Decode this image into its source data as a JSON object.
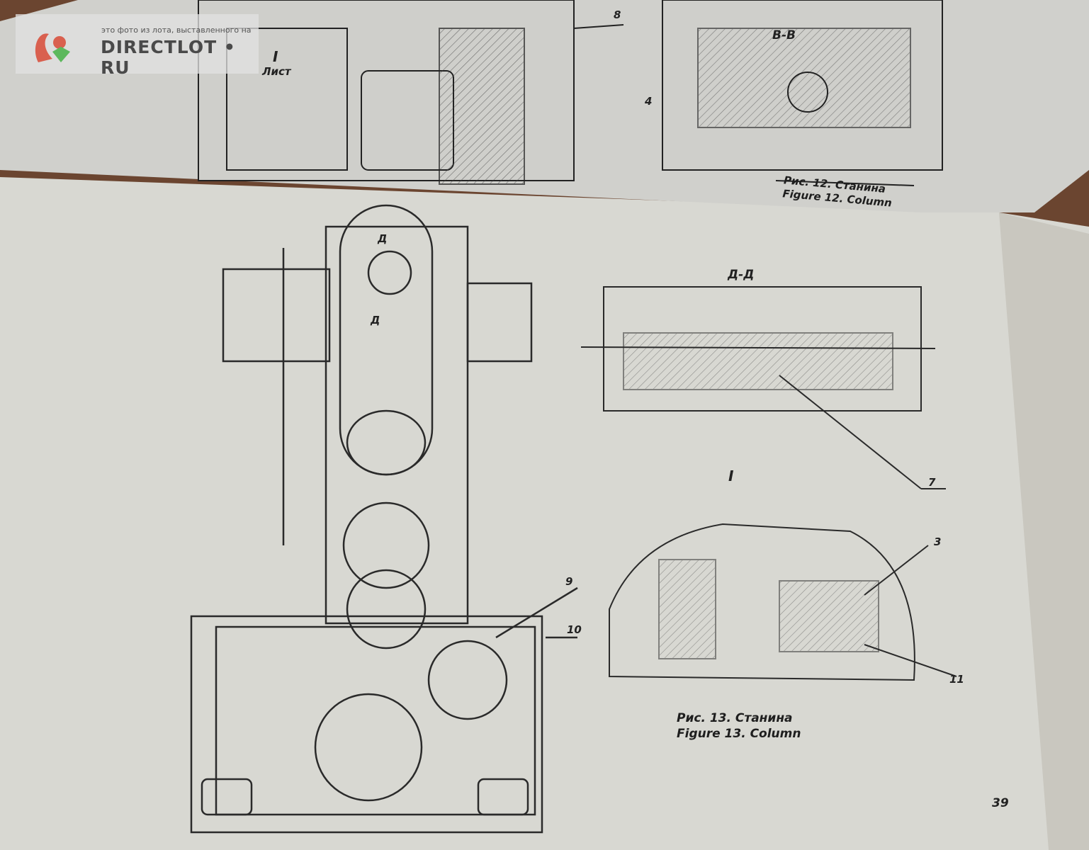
{
  "watermark": {
    "caption": "это фото из лота, выставленного на",
    "brand": "DIRECTLOT • RU"
  },
  "top_page": {
    "labels": {
      "callout_8": "8",
      "section_bb": "В-В",
      "view_i": "I",
      "sheet": "Лист",
      "callout_4": "4"
    },
    "caption_ru": "Рис. 12. Станина",
    "caption_en": "Figure 12. Column"
  },
  "bottom_page": {
    "labels": {
      "section_d_top": "Д",
      "section_d_mid": "Д",
      "section_dd": "Д-Д",
      "callout_7": "7",
      "view_i": "I",
      "callout_3": "3",
      "callout_9": "9",
      "callout_10": "10",
      "callout_11": "11"
    },
    "caption_ru": "Рис. 13. Станина",
    "caption_en": "Figure 13. Column",
    "page_number": "39"
  }
}
